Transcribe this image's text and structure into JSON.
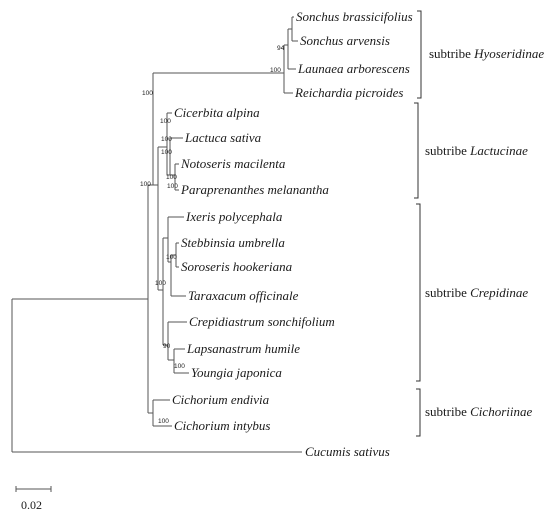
{
  "taxa": [
    {
      "id": "t1",
      "name": "Sonchus brassicifolius"
    },
    {
      "id": "t2",
      "name": "Sonchus arvensis"
    },
    {
      "id": "t3",
      "name": "Launaea arborescens"
    },
    {
      "id": "t4",
      "name": "Reichardia picroides"
    },
    {
      "id": "t5",
      "name": "Cicerbita alpina"
    },
    {
      "id": "t6",
      "name": "Lactuca sativa"
    },
    {
      "id": "t7",
      "name": "Notoseris macilenta"
    },
    {
      "id": "t8",
      "name": "Paraprenanthes melanantha"
    },
    {
      "id": "t9",
      "name": "Ixeris polycephala"
    },
    {
      "id": "t10",
      "name": "Stebbinsia umbrella"
    },
    {
      "id": "t11",
      "name": "Soroseris hookeriana"
    },
    {
      "id": "t12",
      "name": "Taraxacum officinale"
    },
    {
      "id": "t13",
      "name": "Crepidiastrum sonchifolium"
    },
    {
      "id": "t14",
      "name": "Lapsanastrum humile"
    },
    {
      "id": "t15",
      "name": "Youngia japonica"
    },
    {
      "id": "t16",
      "name": "Cichorium endivia"
    },
    {
      "id": "t17",
      "name": "Cichorium intybus"
    },
    {
      "id": "t18",
      "name": "Cucumis sativus"
    }
  ],
  "bootstrap": [
    "94",
    "100",
    "100",
    "100",
    "100",
    "100",
    "100",
    "100",
    "100",
    "100",
    "90",
    "100",
    "100",
    "100"
  ],
  "groups": [
    {
      "prefix": "subtribe",
      "name": "Hyoseridinae"
    },
    {
      "prefix": "subtribe",
      "name": "Lactucinae"
    },
    {
      "prefix": "subtribe",
      "name": "Crepidinae"
    },
    {
      "prefix": "subtribe",
      "name": "Cichoriinae"
    }
  ],
  "scale_bar": {
    "label": "0.02",
    "substitutions_per_site": 0.02
  }
}
